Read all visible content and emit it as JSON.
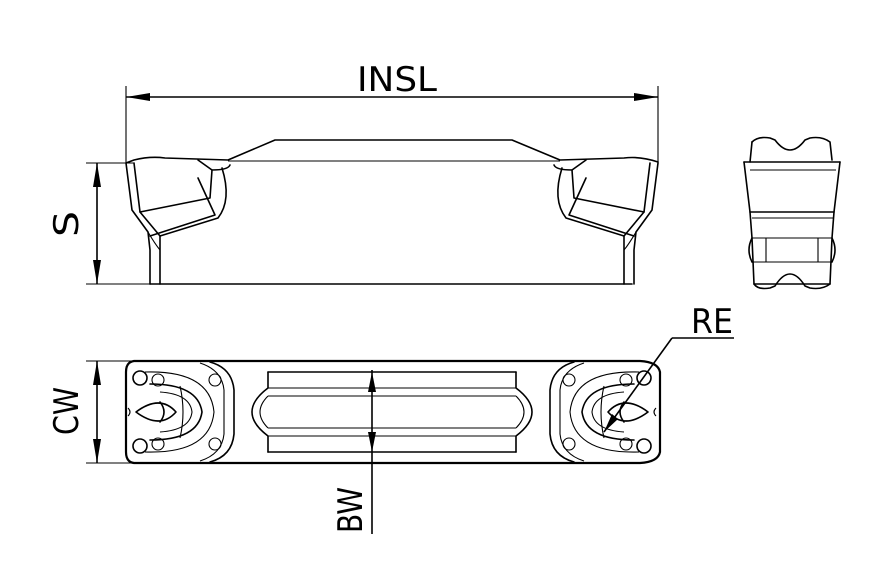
{
  "labels": {
    "insl": "INSL",
    "s": "S",
    "cw": "CW",
    "re": "RE",
    "bw": "BW"
  }
}
